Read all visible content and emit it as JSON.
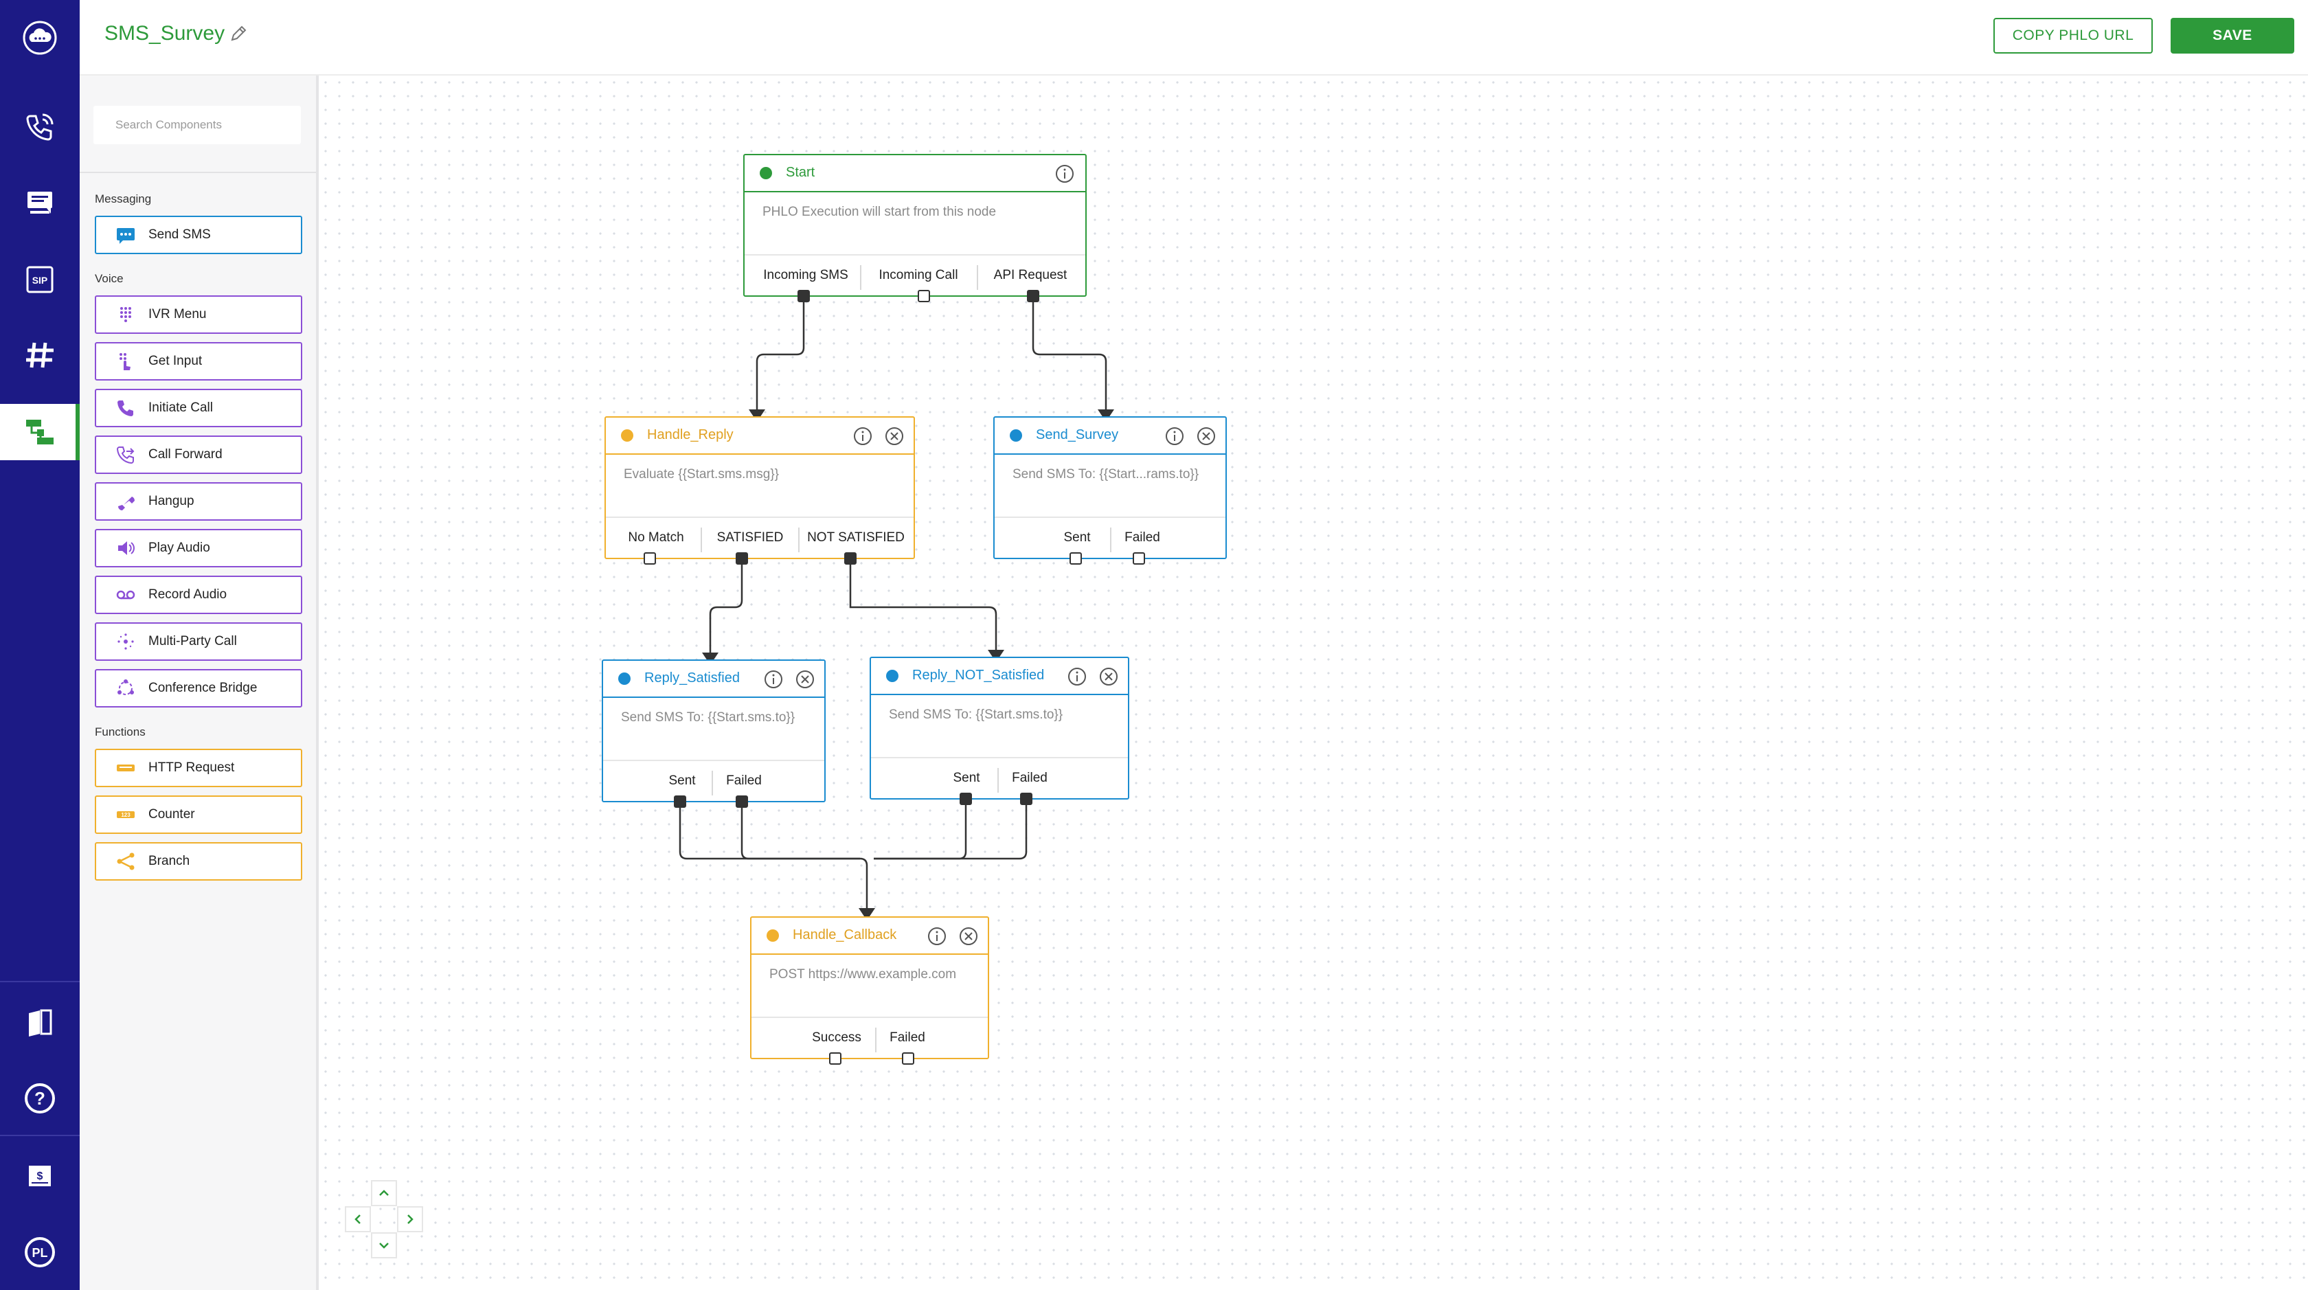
{
  "app": {
    "flow_title": "SMS_Survey",
    "copy_button": "COPY PHLO URL",
    "save_button": "SAVE",
    "brand_color": "#2d9a3a",
    "rail_color": "#1c1a85"
  },
  "rail": {
    "items": [
      {
        "name": "cloud-logo-icon"
      },
      {
        "name": "voice-calls-icon"
      },
      {
        "name": "messaging-icon"
      },
      {
        "name": "sip-icon"
      },
      {
        "name": "numbers-hash-icon"
      },
      {
        "name": "phlo-icon",
        "active": true
      },
      {
        "name": "docs-book-icon"
      },
      {
        "name": "help-icon"
      },
      {
        "name": "billing-icon"
      },
      {
        "name": "account-avatar-icon",
        "text": "PL"
      }
    ]
  },
  "panel": {
    "search_placeholder": "Search Components",
    "sections": {
      "messaging": "Messaging",
      "voice": "Voice",
      "functions": "Functions"
    },
    "messaging_items": [
      {
        "label": "Send SMS",
        "icon": "sms-icon"
      }
    ],
    "voice_items": [
      {
        "label": "IVR Menu",
        "icon": "keypad-icon"
      },
      {
        "label": "Get Input",
        "icon": "touch-input-icon"
      },
      {
        "label": "Initiate Call",
        "icon": "phone-icon"
      },
      {
        "label": "Call Forward",
        "icon": "call-forward-icon"
      },
      {
        "label": "Hangup",
        "icon": "hangup-icon"
      },
      {
        "label": "Play Audio",
        "icon": "speaker-icon"
      },
      {
        "label": "Record Audio",
        "icon": "voicemail-icon"
      },
      {
        "label": "Multi-Party Call",
        "icon": "multiparty-icon"
      },
      {
        "label": "Conference Bridge",
        "icon": "conference-icon"
      }
    ],
    "function_items": [
      {
        "label": "HTTP Request",
        "icon": "http-icon"
      },
      {
        "label": "Counter",
        "icon": "counter-icon"
      },
      {
        "label": "Branch",
        "icon": "branch-icon"
      }
    ]
  },
  "nodes": {
    "start": {
      "title": "Start",
      "description": "PHLO Execution will start from this node",
      "ports": [
        "Incoming SMS",
        "Incoming Call",
        "API Request"
      ]
    },
    "handle_reply": {
      "title": "Handle_Reply",
      "description": "Evaluate {{Start.sms.msg}}",
      "ports": [
        "No Match",
        "SATISFIED",
        "NOT SATISFIED"
      ]
    },
    "send_survey": {
      "title": "Send_Survey",
      "description": "Send SMS To: {{Start...rams.to}}",
      "ports": [
        "Sent",
        "Failed"
      ]
    },
    "reply_satisfied": {
      "title": "Reply_Satisfied",
      "description": "Send SMS To: {{Start.sms.to}}",
      "ports": [
        "Sent",
        "Failed"
      ]
    },
    "reply_not_satisfied": {
      "title": "Reply_NOT_Satisfied",
      "description": "Send SMS To: {{Start.sms.to}}",
      "ports": [
        "Sent",
        "Failed"
      ]
    },
    "handle_callback": {
      "title": "Handle_Callback",
      "description": "POST https://www.example.com",
      "ports": [
        "Success",
        "Failed"
      ]
    }
  }
}
